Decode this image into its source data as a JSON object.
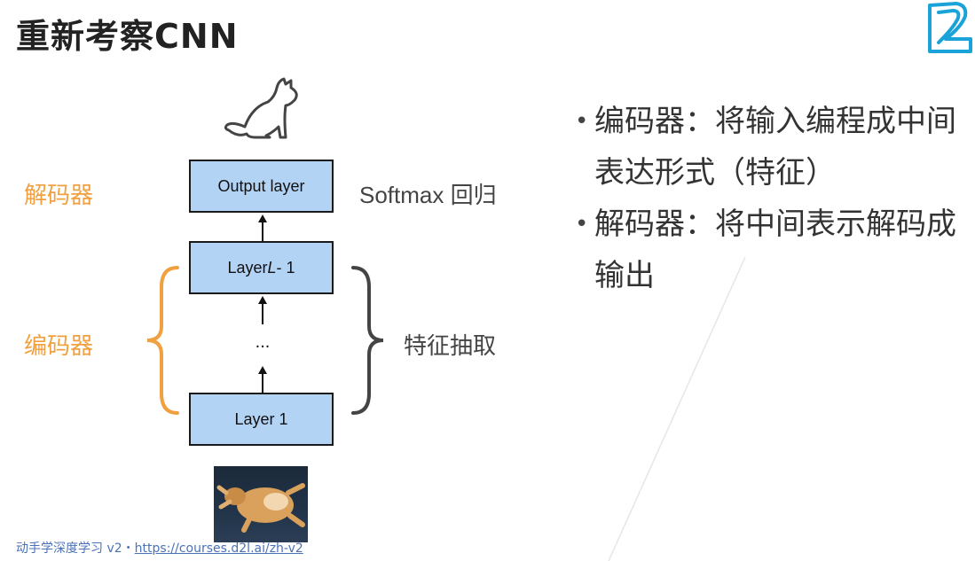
{
  "slide": {
    "title": "重新考察CNN"
  },
  "diagram": {
    "layers": {
      "output": "Output layer",
      "top_prefix": "Layer ",
      "top_italic": "L",
      "top_suffix": " - 1",
      "ellipsis": "...",
      "first": "Layer 1"
    },
    "labels": {
      "decoder": "解码器",
      "encoder": "编码器",
      "softmax": "Softmax 回归",
      "feature_extraction": "特征抽取"
    },
    "colors": {
      "box_fill": "#b3d3f5",
      "accent_orange": "#f0a040",
      "brace_gray": "#444444"
    }
  },
  "bullets": [
    "编码器：将输入编程成中间表达形式（特征）",
    "解码器：将中间表示解码成输出"
  ],
  "footer": {
    "text": "动手学深度学习 v2・",
    "link": "https://courses.d2l.ai/zh-v2"
  }
}
